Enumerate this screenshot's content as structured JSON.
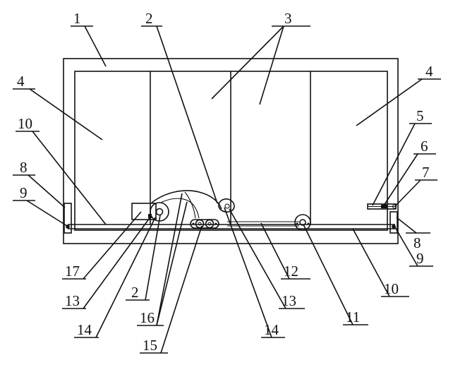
{
  "diagram": {
    "labels": {
      "l1": "1",
      "l2a": "2",
      "l2b": "2",
      "l3": "3",
      "l4a": "4",
      "l4b": "4",
      "l5": "5",
      "l6": "6",
      "l7": "7",
      "l8a": "8",
      "l8b": "8",
      "l9a": "9",
      "l9b": "9",
      "l10a": "10",
      "l10b": "10",
      "l11": "11",
      "l12": "12",
      "l13a": "13",
      "l13b": "13",
      "l14a": "14",
      "l14b": "14",
      "l15": "15",
      "l16": "16",
      "l17": "17"
    },
    "colors": {
      "line": "#111111",
      "background": "#ffffff"
    }
  }
}
